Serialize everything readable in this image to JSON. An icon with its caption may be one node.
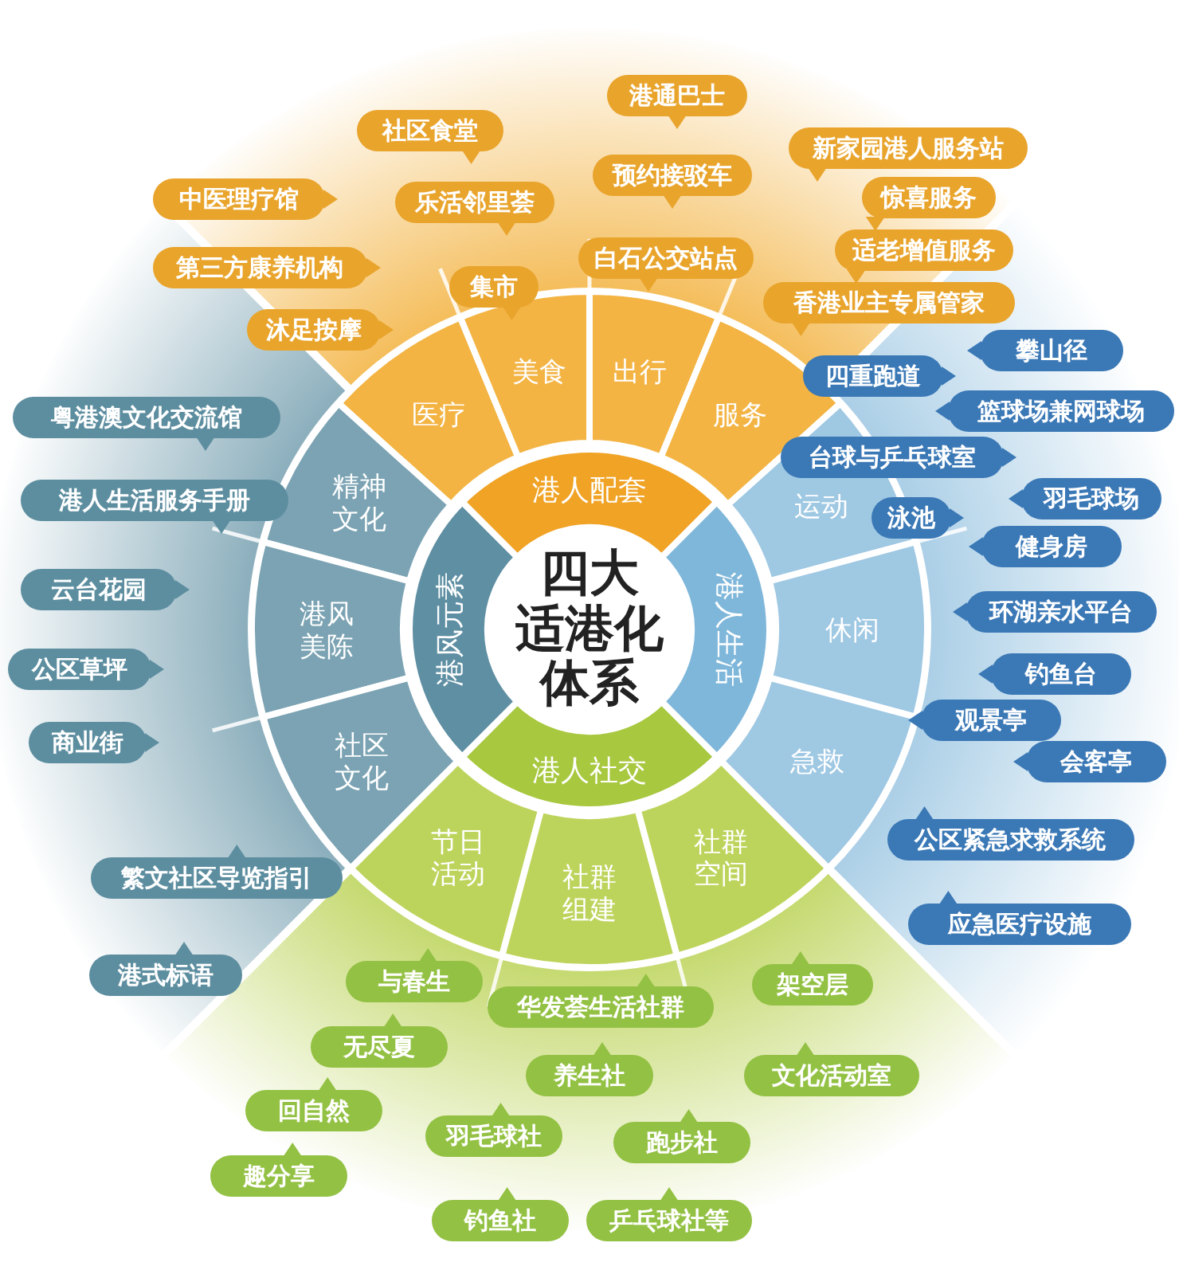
{
  "diagram": {
    "nodes": [
      {
        "text": [
          "四大适港化体系"
        ]
      },
      {
        "text": [
          "港人配套"
        ]
      },
      {
        "text": [
          "港人生活"
        ]
      },
      {
        "text": [
          "港人社交"
        ]
      },
      {
        "text": [
          "港风元素"
        ]
      },
      {
        "text": [
          "医疗"
        ]
      },
      {
        "text": [
          "美食"
        ]
      },
      {
        "text": [
          "出行"
        ]
      },
      {
        "text": [
          "服务"
        ]
      },
      {
        "text": [
          "运动"
        ]
      },
      {
        "text": [
          "休闲"
        ]
      },
      {
        "text": [
          "急救"
        ]
      },
      {
        "text": [
          "节日活动"
        ]
      },
      {
        "text": [
          "社群组建"
        ]
      },
      {
        "text": [
          "社群空间"
        ]
      },
      {
        "text": [
          "精神文化"
        ]
      },
      {
        "text": [
          "港风美陈"
        ]
      },
      {
        "text": [
          "社区文化"
        ]
      },
      {
        "text": [
          "港通巴士"
        ]
      },
      {
        "text": [
          "社区食堂"
        ]
      },
      {
        "text": [
          "预约接驳车"
        ]
      },
      {
        "text": [
          "新家园港人服务站"
        ]
      },
      {
        "text": [
          "中医理疗馆"
        ]
      },
      {
        "text": [
          "乐活邻里荟"
        ]
      },
      {
        "text": [
          "惊喜服务"
        ]
      },
      {
        "text": [
          "白石公交站点"
        ]
      },
      {
        "text": [
          "第三方康养机构"
        ]
      },
      {
        "text": [
          "适老增值服务"
        ]
      },
      {
        "text": [
          "集市"
        ]
      },
      {
        "text": [
          "沐足按摩"
        ]
      },
      {
        "text": [
          "香港业主专属管家"
        ]
      },
      {
        "text": [
          "攀山径"
        ]
      },
      {
        "text": [
          "四重跑道"
        ]
      },
      {
        "text": [
          "篮球场兼网球场"
        ]
      },
      {
        "text": [
          "台球与乒乓球室"
        ]
      },
      {
        "text": [
          "羽毛球场"
        ]
      },
      {
        "text": [
          "泳池"
        ]
      },
      {
        "text": [
          "健身房"
        ]
      },
      {
        "text": [
          "环湖亲水平台"
        ]
      },
      {
        "text": [
          "钓鱼台"
        ]
      },
      {
        "text": [
          "观景亭"
        ]
      },
      {
        "text": [
          "会客亭"
        ]
      },
      {
        "text": [
          "公区紧急求救系统"
        ]
      },
      {
        "text": [
          "应急医疗设施"
        ]
      },
      {
        "text": [
          "粤港澳文化交流馆"
        ]
      },
      {
        "text": [
          "港人生活服务手册"
        ]
      },
      {
        "text": [
          "云台花园"
        ]
      },
      {
        "text": [
          "公区草坪"
        ]
      },
      {
        "text": [
          "商业街"
        ]
      },
      {
        "text": [
          "繁文社区导览指引"
        ]
      },
      {
        "text": [
          "港式标语"
        ]
      },
      {
        "text": [
          "与春生"
        ]
      },
      {
        "text": [
          "华发荟生活社群"
        ]
      },
      {
        "text": [
          "架空层"
        ]
      },
      {
        "text": [
          "无尽夏"
        ]
      },
      {
        "text": [
          "养生社"
        ]
      },
      {
        "text": [
          "文化活动室"
        ]
      },
      {
        "text": [
          "回自然"
        ]
      },
      {
        "text": [
          "羽毛球社"
        ]
      },
      {
        "text": [
          "跑步社"
        ]
      },
      {
        "text": [
          "趣分享"
        ]
      },
      {
        "text": [
          "钓鱼社"
        ]
      },
      {
        "text": [
          "乒乓球社等"
        ]
      }
    ]
  }
}
